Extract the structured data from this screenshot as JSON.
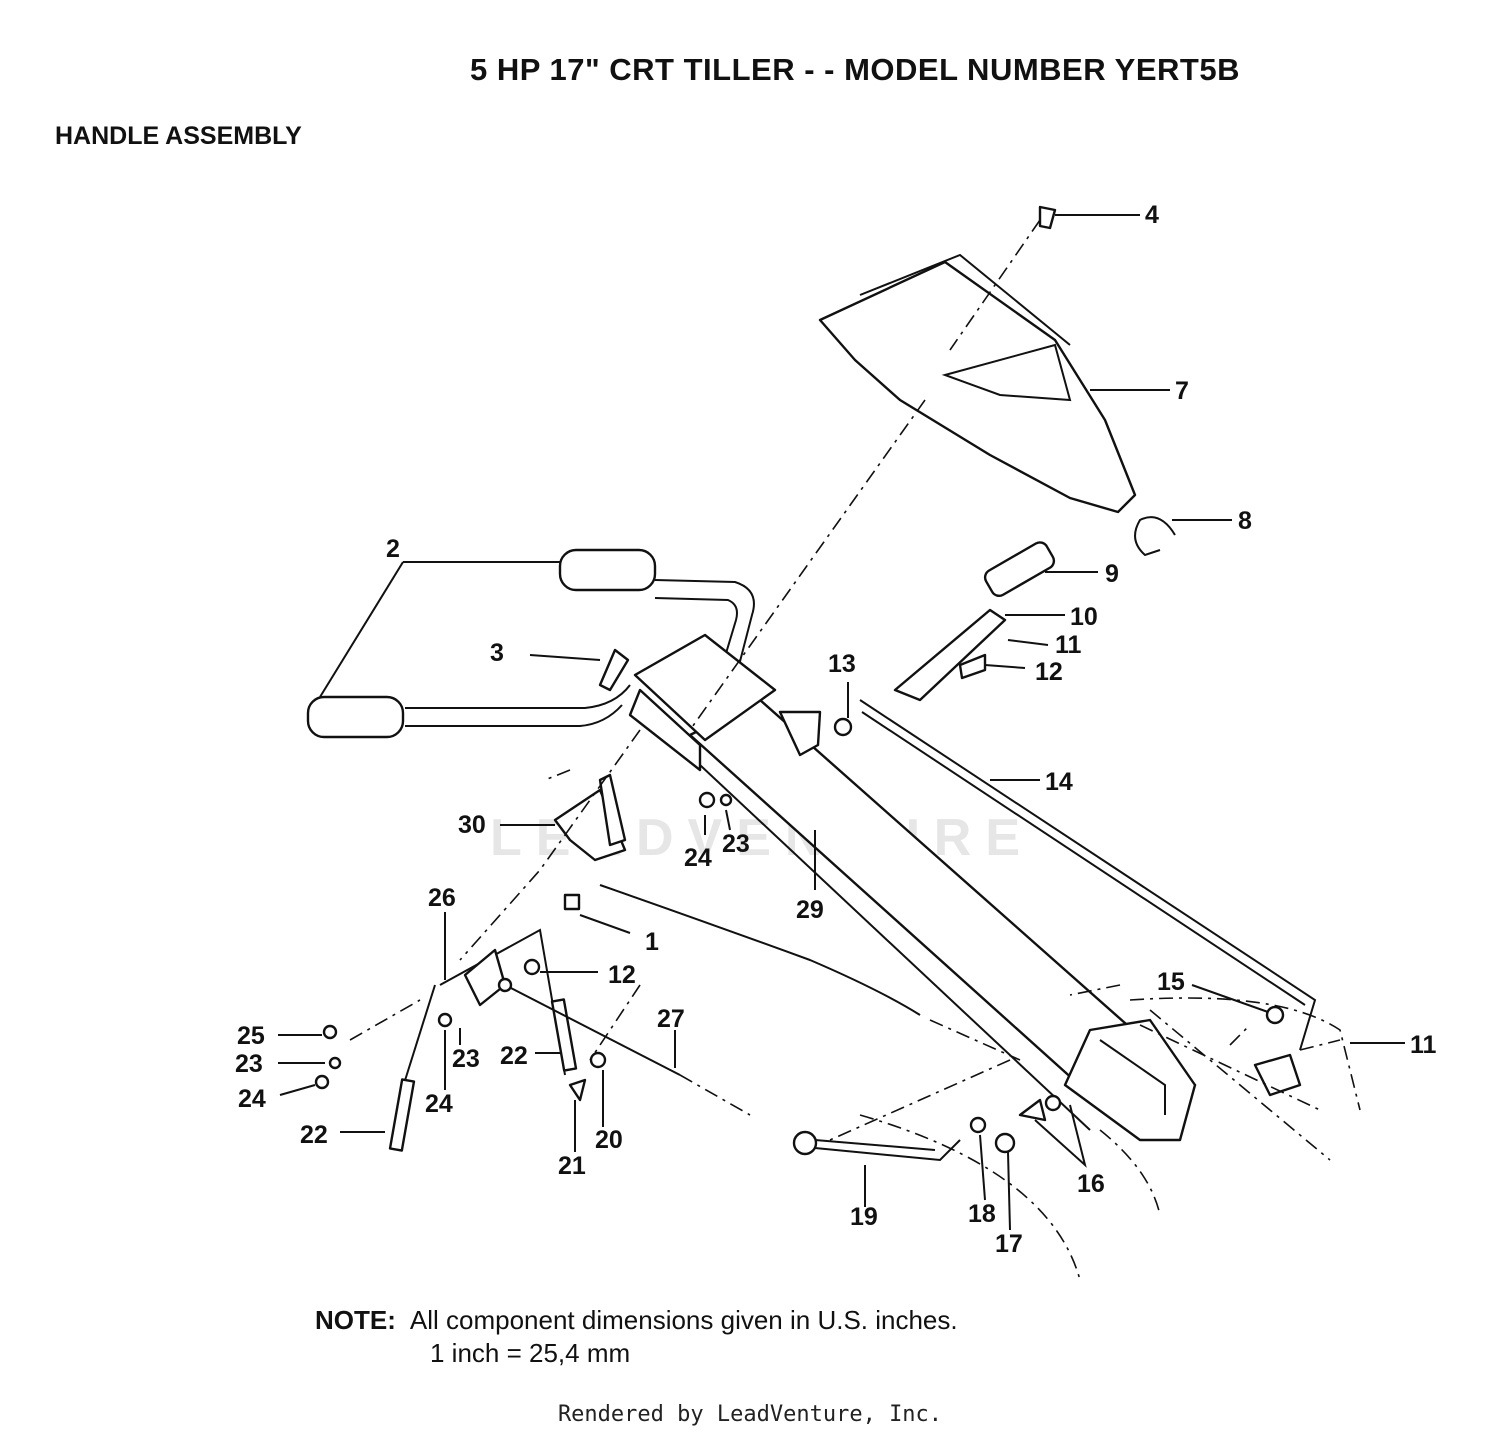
{
  "header": {
    "title": "5 HP  17\" CRT TILLER - - MODEL NUMBER YERT5B",
    "section": "HANDLE ASSEMBLY"
  },
  "watermark": "LEADVENTURE",
  "callouts": [
    "1",
    "2",
    "3",
    "4",
    "7",
    "8",
    "9",
    "10",
    "11",
    "11",
    "12",
    "12",
    "13",
    "14",
    "15",
    "16",
    "17",
    "18",
    "19",
    "20",
    "21",
    "22",
    "22",
    "23",
    "23",
    "23",
    "24",
    "24",
    "24",
    "25",
    "26",
    "27",
    "29",
    "30"
  ],
  "note": {
    "label": "NOTE:",
    "line1": "All component dimensions given in U.S. inches.",
    "line2": "1 inch = 25,4 mm"
  },
  "footer": "Rendered by LeadVenture, Inc."
}
